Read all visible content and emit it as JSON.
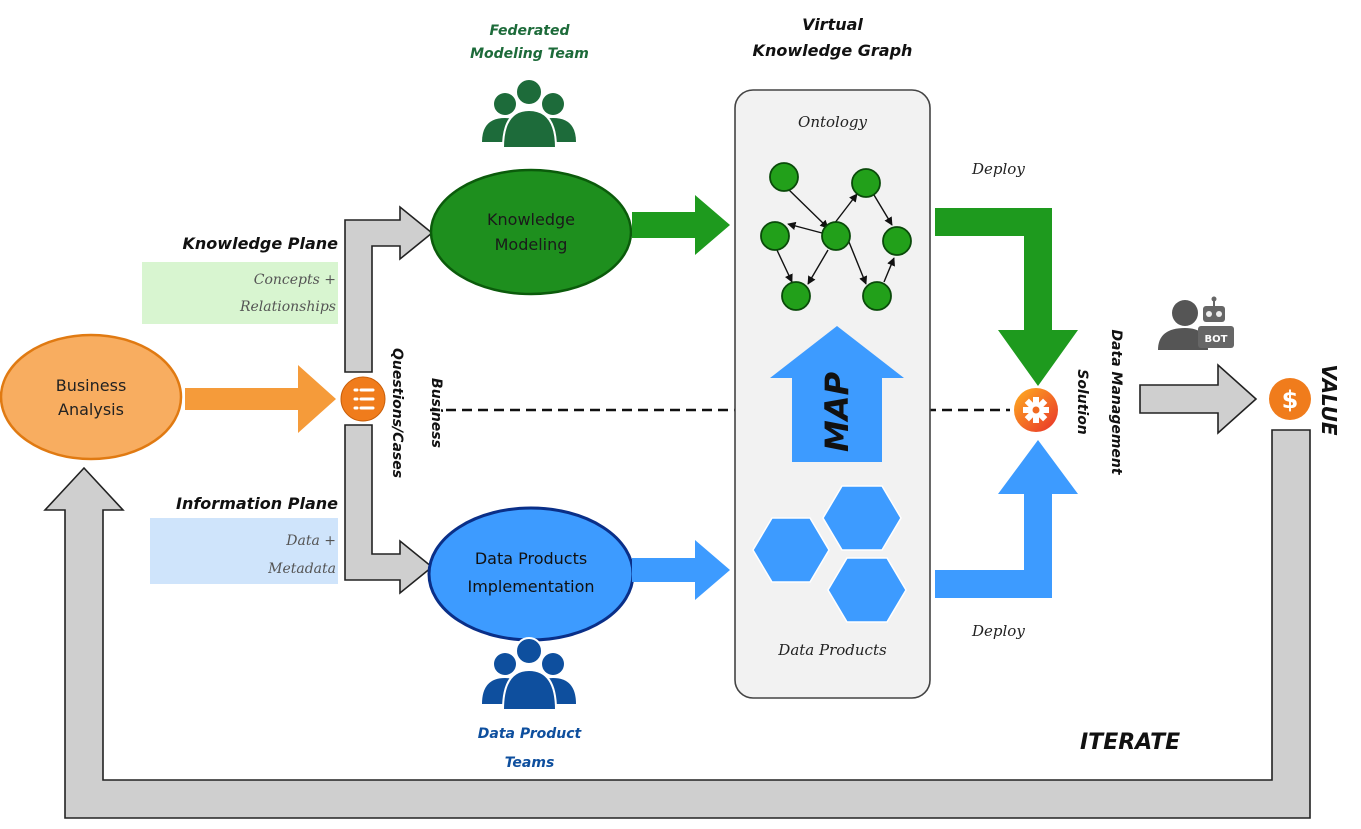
{
  "teams": {
    "federated_line1": "Federated",
    "federated_line2": "Modeling Team",
    "data_product_line1": "Data Product",
    "data_product_line2": "Teams"
  },
  "vkg": {
    "title_line1": "Virtual",
    "title_line2": "Knowledge Graph",
    "ontology_label": "Ontology",
    "data_products_label": "Data Products",
    "map_label": "MAP"
  },
  "planes": {
    "knowledge_title": "Knowledge Plane",
    "knowledge_line1": "Concepts +",
    "knowledge_line2": "Relationships",
    "information_title": "Information Plane",
    "information_line1": "Data +",
    "information_line2": "Metadata"
  },
  "nodes": {
    "business_analysis_line1": "Business",
    "business_analysis_line2": "Analysis",
    "knowledge_modeling_line1": "Knowledge",
    "knowledge_modeling_line2": "Modeling",
    "data_products_impl_line1": "Data Products",
    "data_products_impl_line2": "Implementation",
    "business_questions_line1": "Business",
    "business_questions_line2": "Questions/Cases",
    "dms_line1": "Data Management",
    "dms_line2": "Solution"
  },
  "flow": {
    "deploy_top": "Deploy",
    "deploy_bottom": "Deploy",
    "value": "VALUE",
    "iterate": "ITERATE",
    "bot_label": "BOT"
  },
  "colors": {
    "green": "#1e8f1e",
    "dark_green": "#1d6b3a",
    "blue": "#3d9bff",
    "dark_blue": "#0e4f9e",
    "orange": "#f39a3a",
    "gray_arrow": "#cfcfcf"
  }
}
